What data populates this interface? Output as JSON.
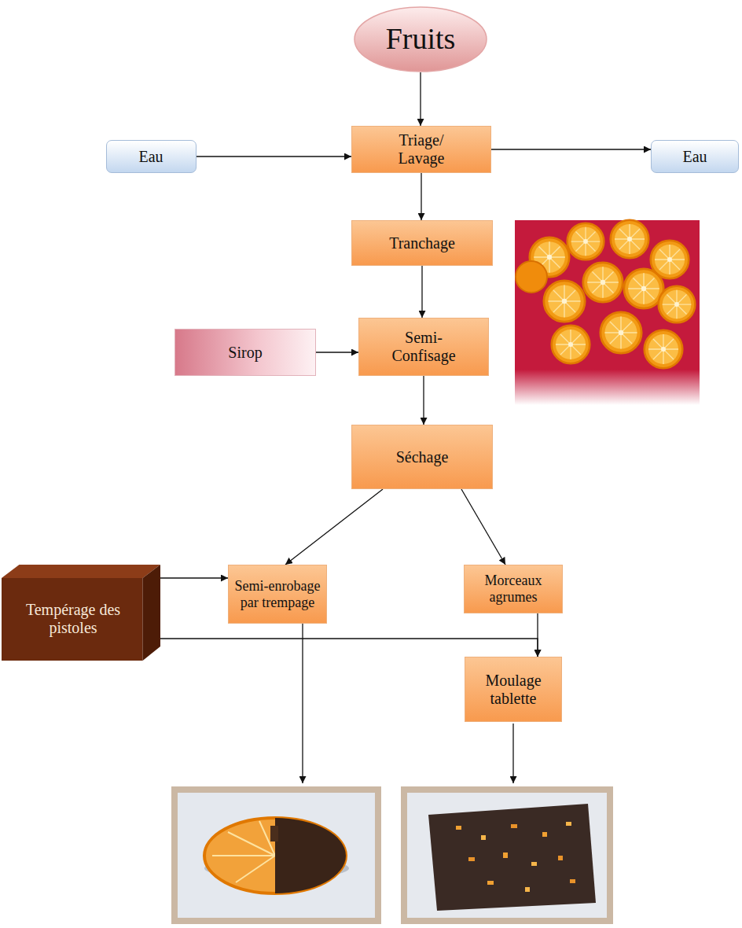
{
  "diagram": {
    "nodes": [
      {
        "text": [
          "Fruits"
        ]
      },
      {
        "text": [
          "Eau"
        ]
      },
      {
        "text": [
          "Triage/ Lavage"
        ]
      },
      {
        "text": [
          "Eau"
        ]
      },
      {
        "text": [
          "Tranchage"
        ]
      },
      {
        "text": [
          "Sirop"
        ]
      },
      {
        "text": [
          "Semi- Confisage"
        ]
      },
      {
        "text": [
          "Séchage"
        ]
      },
      {
        "text": [
          "Tempérage des pistoles"
        ]
      },
      {
        "text": [
          "Semi-enrobage par trempage"
        ]
      },
      {
        "text": [
          "Morceaux agrumes"
        ]
      },
      {
        "text": [
          "Moulage tablette"
        ]
      }
    ],
    "edges": [
      {
        "from": 0,
        "to": 2,
        "arrow": "to"
      },
      {
        "from": 1,
        "to": 2,
        "arrow": "to"
      },
      {
        "from": 2,
        "to": 3,
        "arrow": "to"
      },
      {
        "from": 2,
        "to": 4,
        "arrow": "to"
      },
      {
        "from": 4,
        "to": 6,
        "arrow": "to"
      },
      {
        "from": 5,
        "to": 6,
        "arrow": "to"
      },
      {
        "from": 6,
        "to": 7,
        "arrow": "to"
      },
      {
        "from": 7,
        "to": 9,
        "arrow": "to"
      },
      {
        "from": 7,
        "to": 10,
        "arrow": "to"
      },
      {
        "from": 8,
        "to": 9,
        "arrow": "to"
      },
      {
        "from": 8,
        "to": 11,
        "arrow": "to"
      },
      {
        "from": 10,
        "to": 11,
        "arrow": "to"
      }
    ]
  }
}
